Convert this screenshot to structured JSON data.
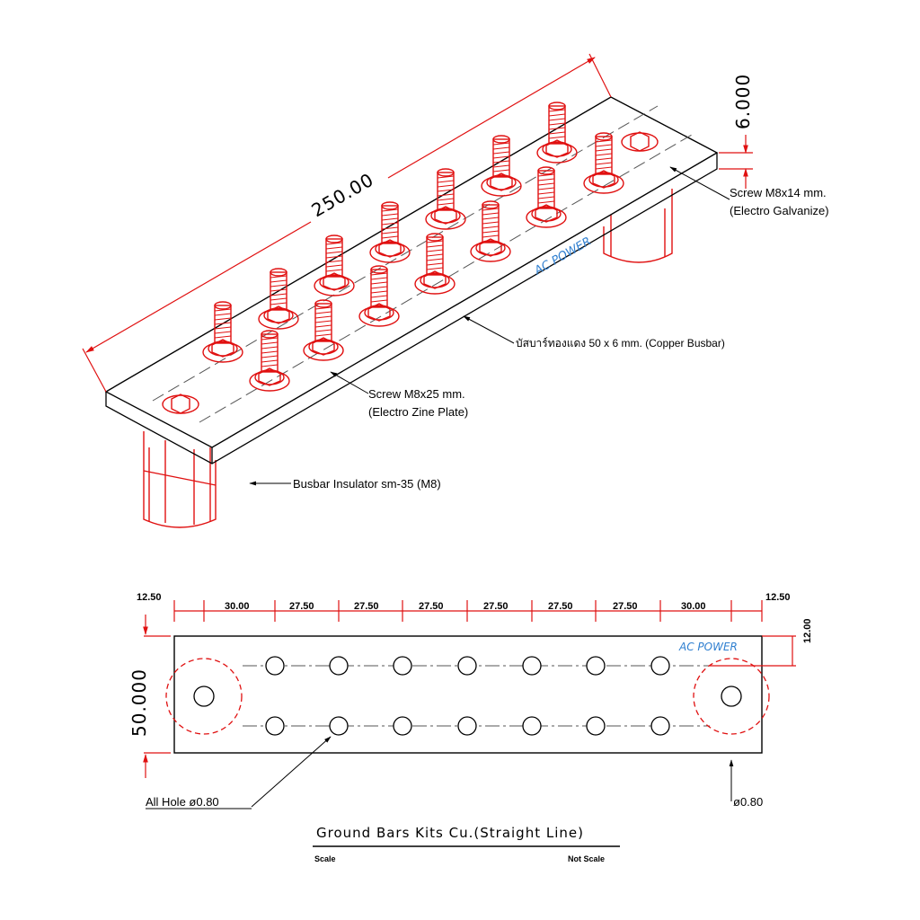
{
  "iso": {
    "length_dim": "250.00",
    "thickness_dim": "6.000",
    "screw_small_line1": "Screw M8x14 mm.",
    "screw_small_line2": "(Electro Galvanize)",
    "busbar_label": "บัสบาร์ทองแดง 50 x 6 mm. (Copper Busbar)",
    "screw_large_line1": "Screw M8x25 mm.",
    "screw_large_line2": "(Electro Zine Plate)",
    "insulator_label": "Busbar Insulator sm-35 (M8)",
    "watermark": "AC POWER"
  },
  "plan": {
    "dims": [
      "12.50",
      "30.00",
      "27.50",
      "27.50",
      "27.50",
      "27.50",
      "27.50",
      "27.50",
      "30.00",
      "12.50"
    ],
    "width_dim": "50.000",
    "edge_dim": "12.00",
    "hole_note": "All Hole ø0.80",
    "hole_note_right": "ø0.80",
    "watermark": "AC POWER"
  },
  "title_block": {
    "title": "Ground Bars Kits Cu.(Straight Line)",
    "scale_label": "Scale",
    "scale_value": "Not Scale"
  }
}
